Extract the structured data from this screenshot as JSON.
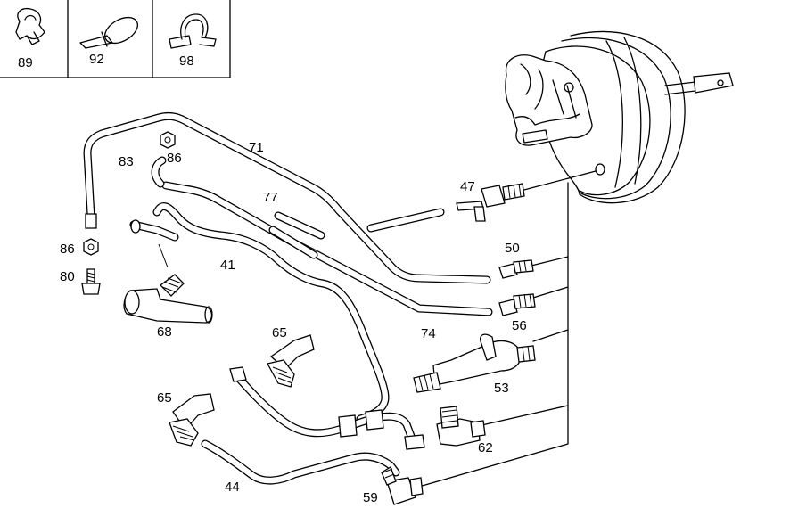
{
  "colors": {
    "line": "#000000",
    "background": "#ffffff"
  },
  "legend_boxes": [
    {
      "number": "89",
      "icon": "clip-icon"
    },
    {
      "number": "92",
      "icon": "cable-tie-icon"
    },
    {
      "number": "98",
      "icon": "hose-clamp-icon"
    }
  ],
  "callouts": {
    "c71": "71",
    "c83": "83",
    "c86a": "86",
    "c77": "77",
    "c47": "47",
    "c86b": "86",
    "c41": "41",
    "c50": "50",
    "c80": "80",
    "c56": "56",
    "c68": "68",
    "c74": "74",
    "c65a": "65",
    "c53": "53",
    "c65b": "65",
    "c62": "62",
    "c44": "44",
    "c59": "59"
  }
}
